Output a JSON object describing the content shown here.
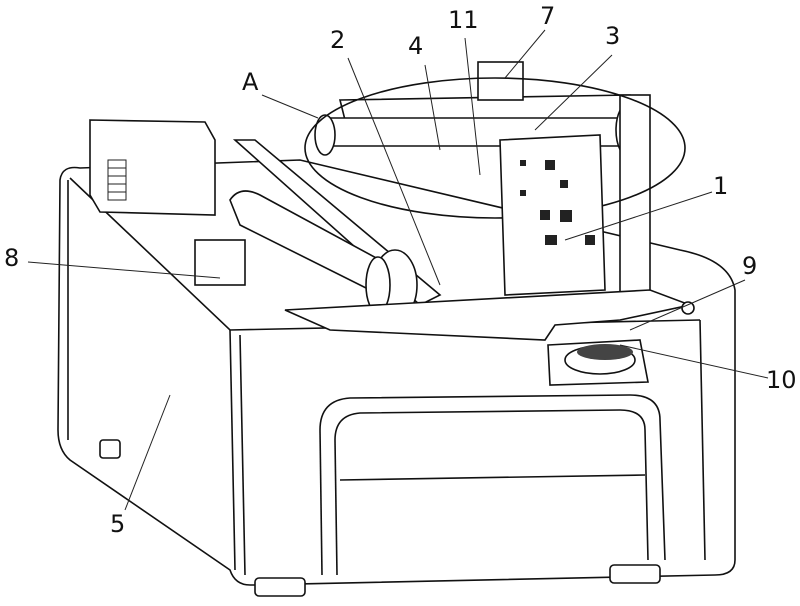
{
  "figure": {
    "labels": {
      "l1": "1",
      "l2": "2",
      "l3": "3",
      "l4": "4",
      "l5": "5",
      "l7": "7",
      "l8": "8",
      "l9": "9",
      "l10": "10",
      "l11": "11",
      "lA": "A"
    }
  }
}
